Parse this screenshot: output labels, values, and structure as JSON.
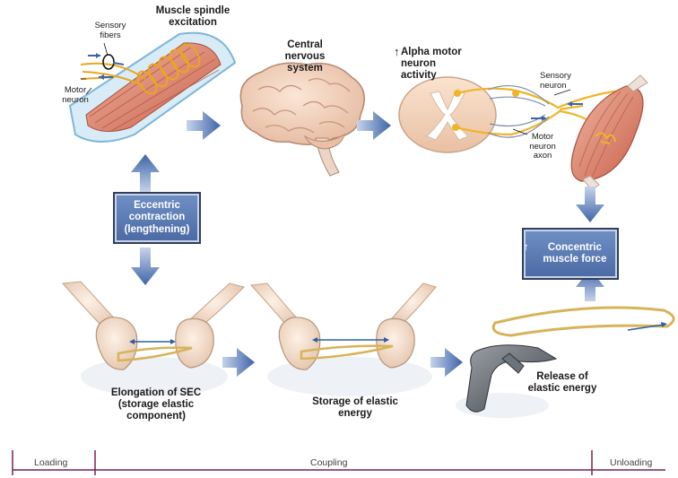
{
  "labels": {
    "muscle_spindle_title": "Muscle spindle excitation",
    "sensory_fibers": "Sensory fibers",
    "motor_neuron_left": "Motor neuron",
    "cns": "Central nervous system",
    "alpha_motor": "Alpha motor neuron activity",
    "sensory_neuron": "Sensory neuron",
    "motor_neuron_axon": "Motor neuron axon",
    "eccentric": "Eccentric contraction (lengthening)",
    "concentric": "Concentric muscle force",
    "elongation": "Elongation of SEC (storage elastic component)",
    "storage": "Storage of elastic energy",
    "release": "Release of elastic energy"
  },
  "phases": {
    "loading": "Loading",
    "coupling": "Coupling",
    "unloading": "Unloading"
  },
  "colors": {
    "arrow_blue": "#4a6fb0",
    "box_blue": "#5677b3",
    "phase_line": "#7a2150",
    "muscle": "#d9826b",
    "nerve": "#f0b429"
  },
  "icons": {
    "up_arrow": "↑"
  }
}
